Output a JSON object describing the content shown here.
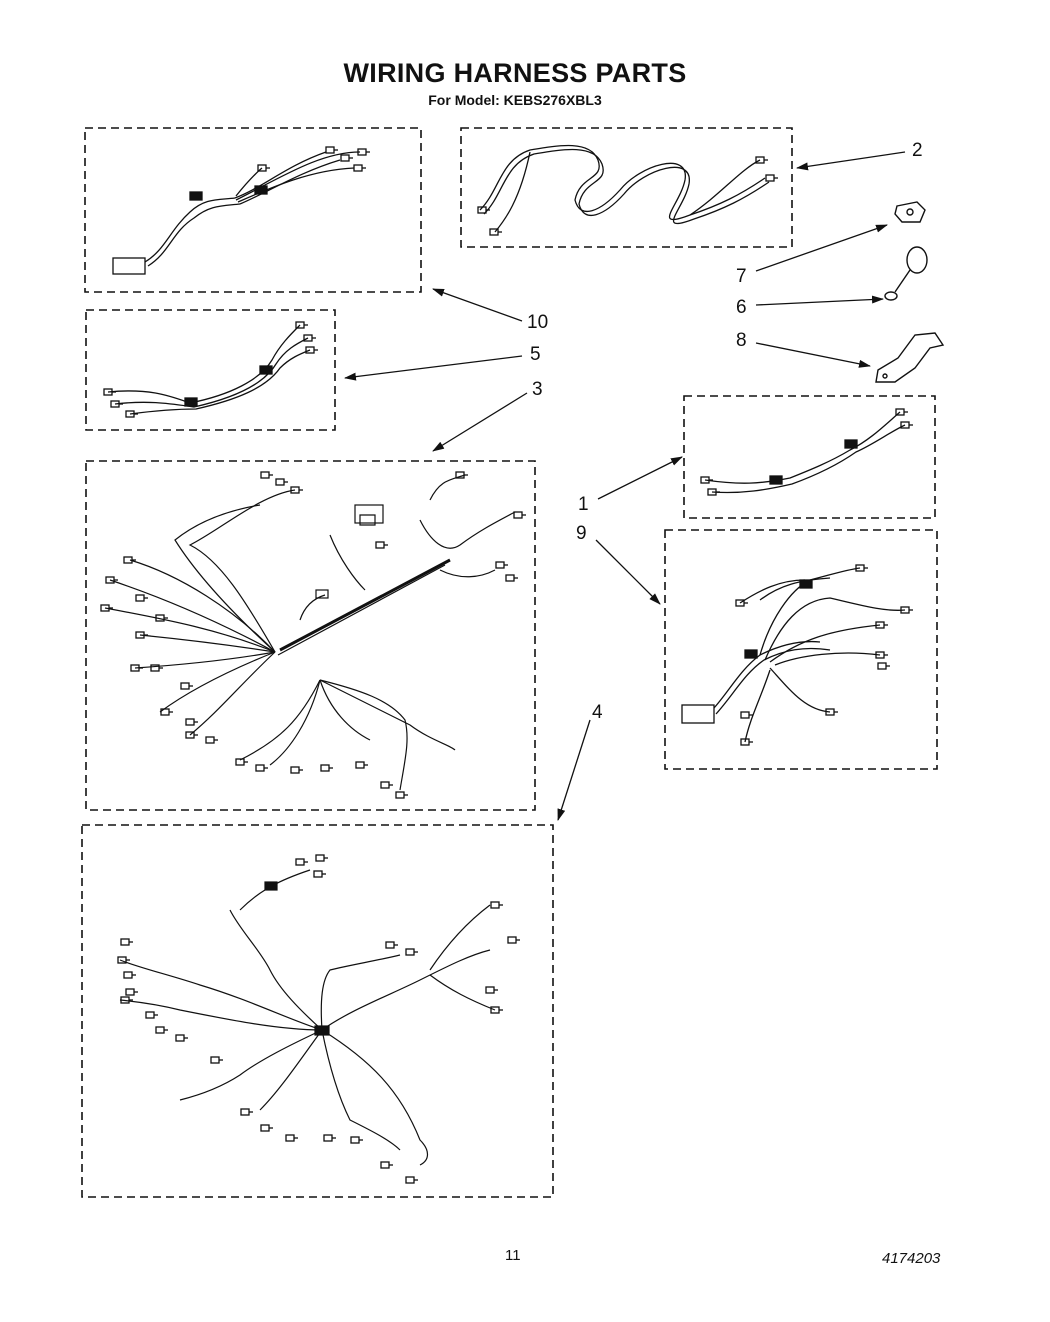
{
  "header": {
    "title": "WIRING HARNESS PARTS",
    "subtitle": "For Model: KEBS276XBL3"
  },
  "callouts": [
    "2",
    "7",
    "6",
    "8",
    "10",
    "5",
    "3",
    "1",
    "9",
    "4"
  ],
  "footer": {
    "page_number": "11",
    "document_number": "4174203"
  }
}
